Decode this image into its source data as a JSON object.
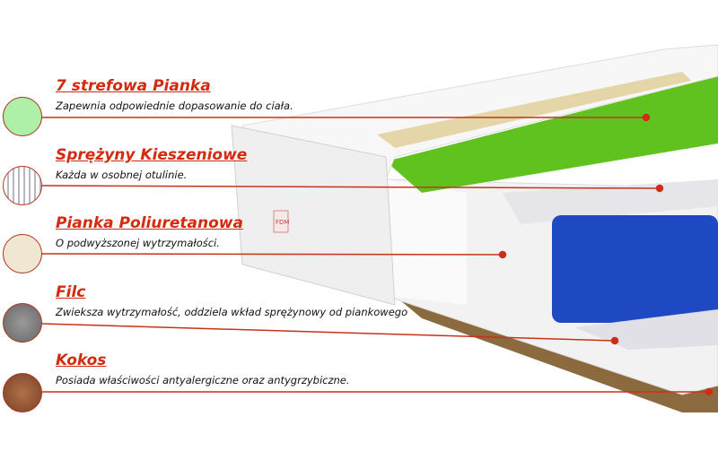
{
  "layers": [
    {
      "title": "7 strefowa Pianka",
      "desc": "Zapewnia odpowiednie dopasowanie do ciała.",
      "swatch": "#aef0a8"
    },
    {
      "title": "Sprężyny Kieszeniowe",
      "desc": "Każda w osobnej otulinie.",
      "swatch": "#dcdce4"
    },
    {
      "title": "Pianka Poliuretanowa",
      "desc": "O podwyższonej wytrzymałości.",
      "swatch": "#f1e6d2"
    },
    {
      "title": "Filc",
      "desc": "Zwieksza wytrzymałość, oddziela wkład sprężynowy od piankowego",
      "swatch": "#7a7a7a"
    },
    {
      "title": "Kokos",
      "desc": "Posiada właściwości antyalergiczne oraz antygrzybiczne.",
      "swatch": "#9a5a3a"
    }
  ],
  "colors": {
    "accent": "#d42a12",
    "green_foam": "#5fc21e",
    "springs": "#1f49c2",
    "coconut": "#8a6a3e"
  },
  "label": "FDM"
}
